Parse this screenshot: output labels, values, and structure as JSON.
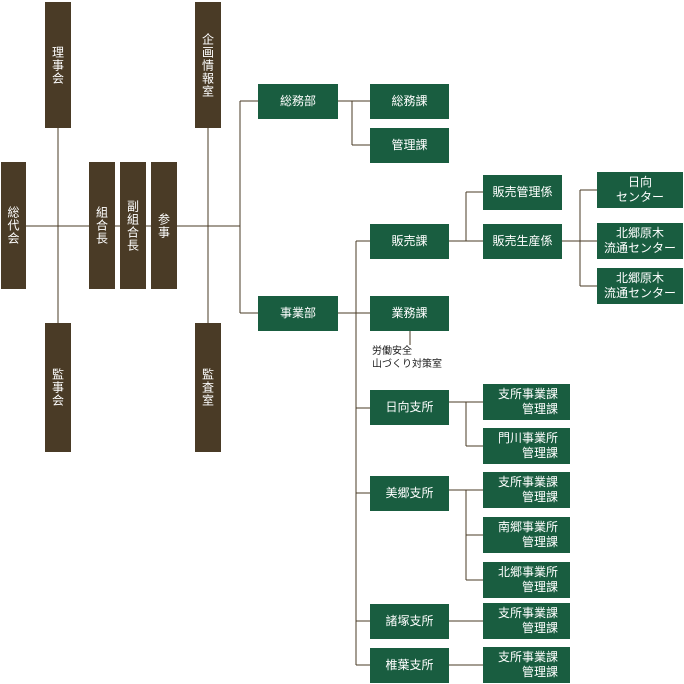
{
  "nodes": {
    "soudaikai": "総代会",
    "rijikai": "理事会",
    "kanjikai": "監事会",
    "kumiaicho": "組合長",
    "fukukumiaicho": "副組合長",
    "sanji": "参事",
    "kikaku": "企画情報室",
    "kansa": "監査室",
    "somubu": "総務部",
    "somuka": "総務課",
    "kanrika": "管理課",
    "jigyobu": "事業部",
    "hanbaika": "販売課",
    "hanbai_kanri": "販売管理係",
    "hanbai_seisan": "販売生産係",
    "hyuga_center": "日向\nセンター",
    "kitago_center1": "北郷原木\n流通センター",
    "kitago_center2": "北郷原木\n流通センター",
    "gyomuka": "業務課",
    "rodo_anzen": "労働安全\n山づくり対策室",
    "hyuga_shisho": "日向支所",
    "hyuga_jigyo": "支所事業課\n管理課",
    "kadokawa_jigyo": "門川事業所\n管理課",
    "misato_shisho": "美郷支所",
    "misato_jigyo": "支所事業課\n管理課",
    "nango_jigyo": "南郷事業所\n管理課",
    "kitago_jigyo": "北郷事業所\n管理課",
    "morotsuka_shisho": "諸塚支所",
    "morotsuka_jigyo": "支所事業課\n管理課",
    "shiiba_shisho": "椎葉支所",
    "shiiba_jigyo": "支所事業課\n管理課"
  },
  "colors": {
    "executive": "#4a3b26",
    "department": "#195d40",
    "connector": "#4a3b26"
  }
}
